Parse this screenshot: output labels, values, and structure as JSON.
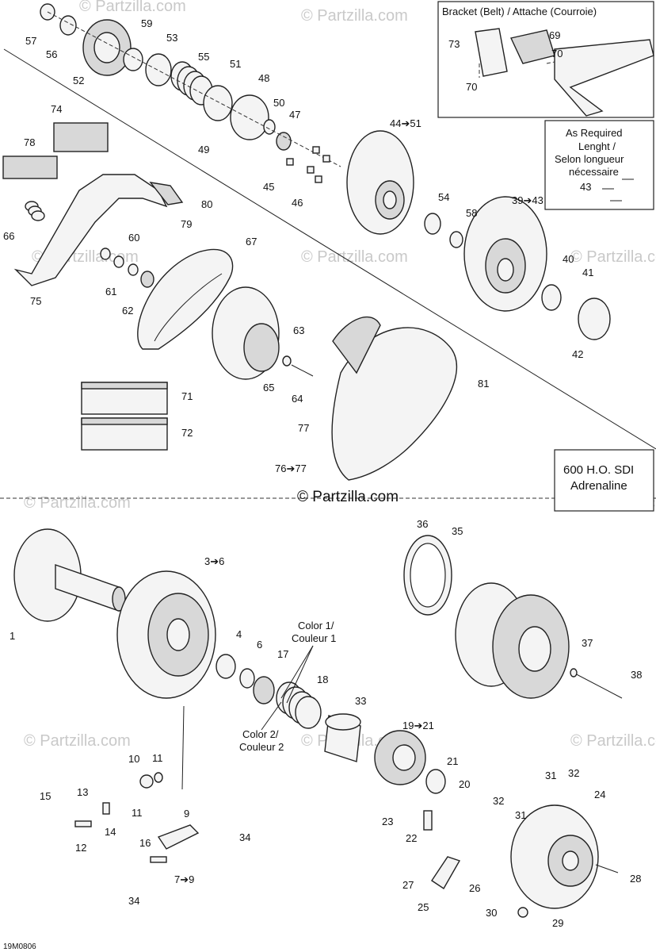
{
  "watermark": "© Partzilla.com",
  "copyright": "© Partzilla.com",
  "diagram_code": "19M0806",
  "bracket_box": {
    "title": "Bracket (Belt) / Attache (Courroie)"
  },
  "as_required_box": {
    "line1": "As Required",
    "line2": "Lenght /",
    "line3": "Selon longueur",
    "line4": "nécessaire"
  },
  "model_box": {
    "line1": "600 H.O. SDI",
    "line2": "Adrenaline"
  },
  "color_labels": {
    "color1_a": "Color 1/",
    "color1_b": "Couleur 1",
    "color2_a": "Color 2/",
    "color2_b": "Couleur 2"
  },
  "callouts": {
    "c57": "57",
    "c56": "56",
    "c52": "52",
    "c59": "59",
    "c53": "53",
    "c55": "55",
    "c51": "51",
    "c48": "48",
    "c50": "50",
    "c47": "47",
    "c49": "49",
    "c44": "44➔51",
    "c45": "45",
    "c46": "46",
    "c74": "74",
    "c78": "78",
    "c80": "80",
    "c79": "79",
    "c66": "66",
    "c75": "75",
    "c60": "60",
    "c61": "61",
    "c62": "62",
    "c67": "67",
    "c54": "54",
    "c58": "58",
    "c39": "39➔43",
    "c40": "40",
    "c41": "41",
    "c42": "42",
    "c43": "43",
    "c73": "73",
    "c69": "69",
    "c70a": "70",
    "c70b": "70",
    "c63": "63",
    "c65": "65",
    "c64": "64",
    "c71": "71",
    "c72": "72",
    "c77": "77",
    "c81": "81",
    "c76": "76➔77",
    "c36": "36",
    "c35": "35",
    "c1": "1",
    "c3": "3➔6",
    "c4": "4",
    "c6": "6",
    "c17": "17",
    "c18": "18",
    "c33": "33",
    "c19": "19➔21",
    "c21": "21",
    "c20": "20",
    "c37": "37",
    "c38": "38",
    "c10": "10",
    "c11a": "11",
    "c11b": "11",
    "c15": "15",
    "c13": "13",
    "c14": "14",
    "c12": "12",
    "c9": "9",
    "c34a": "34",
    "c16": "16",
    "c7": "7➔9",
    "c34b": "34",
    "c23": "23",
    "c22": "22",
    "c31a": "31",
    "c32a": "32",
    "c31b": "31",
    "c32b": "32",
    "c24": "24",
    "c27": "27",
    "c26": "26",
    "c25": "25",
    "c28": "28",
    "c30": "30",
    "c29": "29"
  }
}
